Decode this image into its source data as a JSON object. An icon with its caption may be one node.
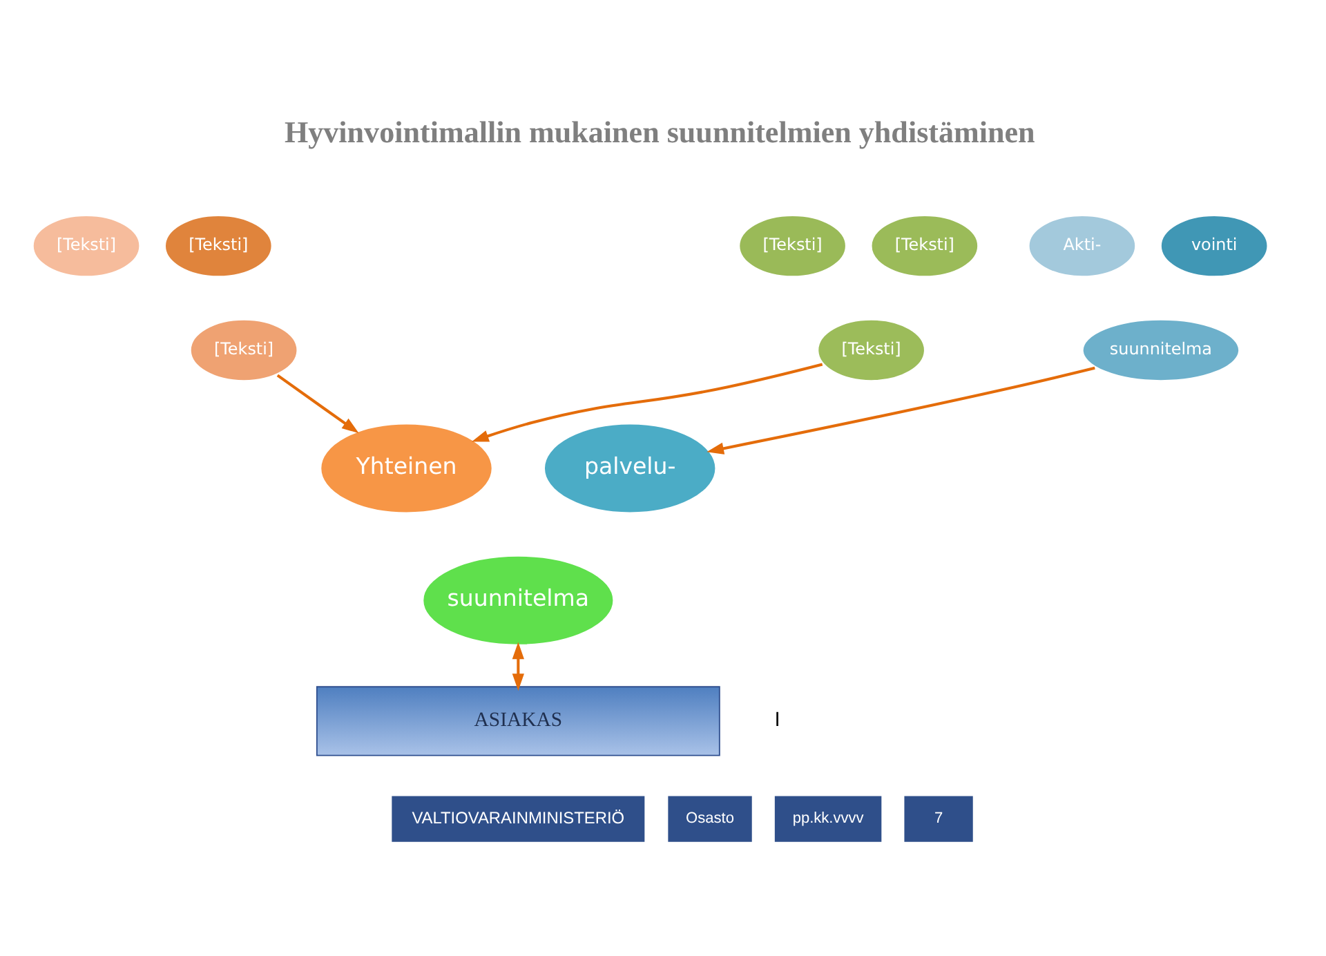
{
  "diagram": {
    "title": "Hyvinvointimallin mukainen suunnitelmien yhdistäminen",
    "nodes": [
      {
        "text": [
          "[Teksti]"
        ]
      },
      {
        "text": [
          "[Teksti]"
        ]
      },
      {
        "text": [
          "[Teksti]"
        ]
      },
      {
        "text": [
          "[Teksti]"
        ]
      },
      {
        "text": [
          "[Teksti]"
        ]
      },
      {
        "text": [
          "[Teksti]"
        ]
      },
      {
        "text": [
          "Akti-"
        ]
      },
      {
        "text": [
          "vointi"
        ]
      },
      {
        "text": [
          "suunnitelma"
        ]
      },
      {
        "text": [
          "Yhteinen"
        ]
      },
      {
        "text": [
          "palvelu-"
        ]
      },
      {
        "text": [
          "suunnitelma"
        ]
      },
      {
        "text": [
          "ASIAKAS"
        ]
      }
    ],
    "edges": [
      {
        "from": 2,
        "to": 9,
        "arrow": "to"
      },
      {
        "from": 5,
        "to": 9,
        "arrow": "to"
      },
      {
        "from": 8,
        "to": 10,
        "arrow": "to"
      },
      {
        "from": 11,
        "to": 12,
        "arrow": "both"
      }
    ],
    "labels": [
      "I",
      "VALTIOVARAINMINISTERIÖ",
      "Osasto",
      "pp.kk.vvvv",
      "7"
    ]
  }
}
